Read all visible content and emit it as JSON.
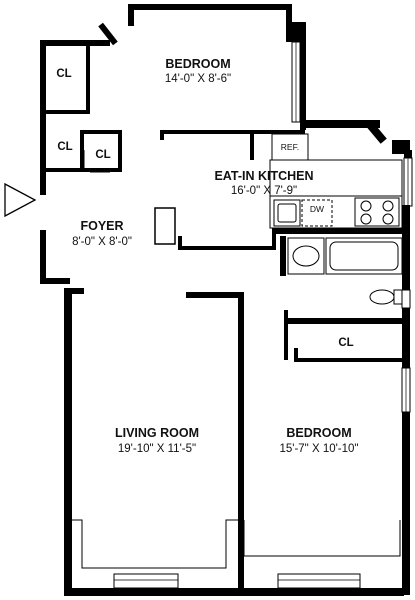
{
  "rooms": {
    "bedroom_top": {
      "name": "BEDROOM",
      "dims": "14'-0\" X 8'-6\""
    },
    "kitchen": {
      "name": "EAT-IN KITCHEN",
      "dims": "16'-0\" X 7'-9\""
    },
    "foyer": {
      "name": "FOYER",
      "dims": "8'-0\" X 8'-0\""
    },
    "living_room": {
      "name": "LIVING ROOM",
      "dims": "19'-10\" X 11'-5\""
    },
    "bedroom_bottom": {
      "name": "BEDROOM",
      "dims": "15'-7\" X 10'-10\""
    }
  },
  "closets": [
    "CL",
    "CL",
    "CL",
    "CL"
  ],
  "fixtures": {
    "refrigerator": "REF.",
    "dishwasher": "DW"
  }
}
